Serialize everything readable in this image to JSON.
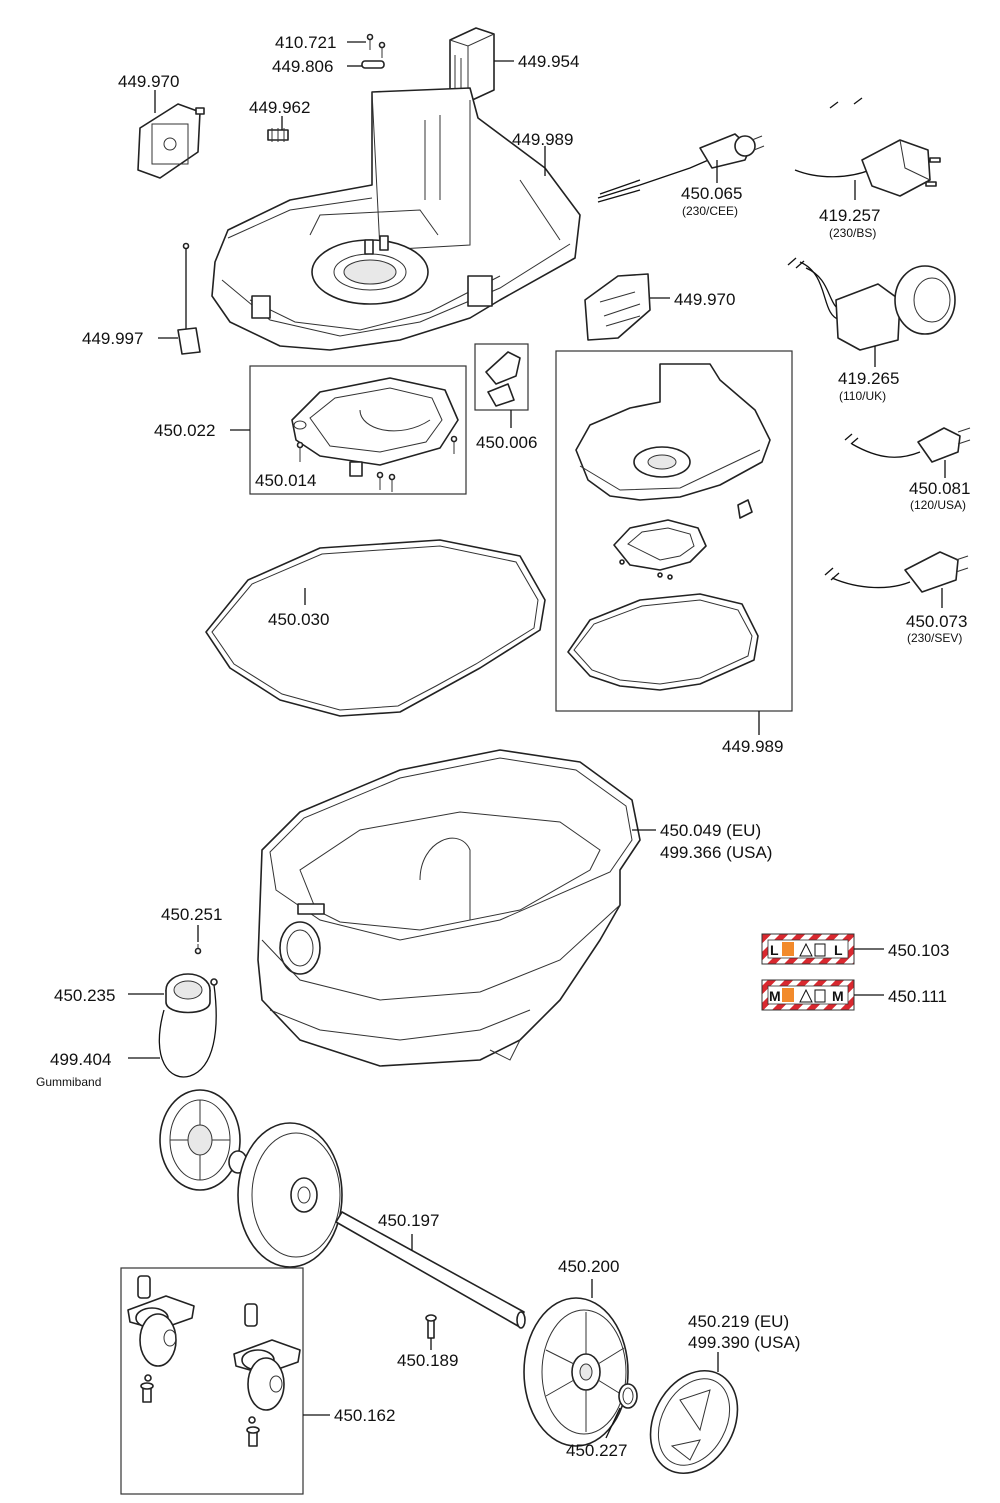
{
  "labels": {
    "p410721": "410.721",
    "p449806": "449.806",
    "p449954": "449.954",
    "p449970a": "449.970",
    "p449962": "449.962",
    "p449989a": "449.989",
    "p450065": "450.065",
    "p450065_sub": "(230/CEE)",
    "p419257": "419.257",
    "p419257_sub": "(230/BS)",
    "p449970b": "449.970",
    "p449997": "449.997",
    "p419265": "419.265",
    "p419265_sub": "(110/UK)",
    "p450022": "450.022",
    "p450014": "450.014",
    "p450006": "450.006",
    "p450081": "450.081",
    "p450081_sub": "(120/USA)",
    "p450030": "450.030",
    "p450073": "450.073",
    "p450073_sub": "(230/SEV)",
    "p449989b": "449.989",
    "p450049": "450.049 (EU)",
    "p499366": "499.366 (USA)",
    "p450251": "450.251",
    "p450103": "450.103",
    "p450235": "450.235",
    "p450111": "450.111",
    "p499404": "499.404",
    "p499404_sub": "Gummiband",
    "p450197": "450.197",
    "p450200": "450.200",
    "p450219": "450.219 (EU)",
    "p499390": "499.390 (USA)",
    "p450189": "450.189",
    "p450162": "450.162",
    "p450227": "450.227"
  },
  "sticker_l": {
    "left": "L",
    "right": "L"
  },
  "sticker_m": {
    "left": "M",
    "right": "M"
  },
  "colors": {
    "stripe_red": "#d9282f",
    "accent_orange": "#f28a2b",
    "line": "#111111"
  }
}
